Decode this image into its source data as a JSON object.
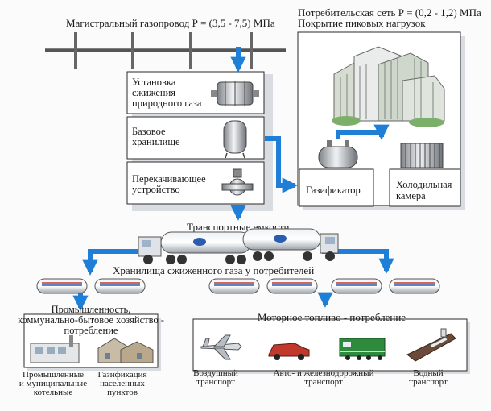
{
  "header": {
    "main_pipeline": "Магистральный газопровод Р = (3,5 - 7,5) МПа",
    "consumer_net_1": "Потребительская сеть Р = (0,2 - 1,2) МПа",
    "consumer_net_2": "Покрытие пиковых нагрузок"
  },
  "plant": {
    "lique_1": "Установка",
    "lique_2": "сжижения",
    "lique_3": "природного газа",
    "storage_1": "Базовое",
    "storage_2": "хранилище",
    "pump_1": "Перекачивающее",
    "pump_2": "устройство",
    "gasifier": "Газификатор",
    "cold_1": "Холодильная",
    "cold_2": "камера"
  },
  "transport": {
    "tanks": "Транспортные емкости",
    "storages": "Хранилища сжиженного газа у потребителей"
  },
  "industry": {
    "title_1": "Промышленность,",
    "title_2": "коммунально-бытовое хозяйство -",
    "title_3": "потребление",
    "boilers_1": "Промышленные",
    "boilers_2": "и муниципальные",
    "boilers_3": "котельные",
    "gasify_1": "Газификация",
    "gasify_2": "населенных",
    "gasify_3": "пунктов"
  },
  "motor": {
    "title": "Моторное топливо - потребление",
    "air_1": "Воздушный",
    "air_2": "транспорт",
    "auto_1": "Авто- и железнодорожный",
    "auto_2": "транспорт",
    "water_1": "Водный",
    "water_2": "транспорт"
  },
  "colors": {
    "arrow": "#1f7fd6",
    "box_fill": "#ffffff",
    "box_stroke": "#2a2a2a",
    "shadow": "#d9dde2"
  }
}
